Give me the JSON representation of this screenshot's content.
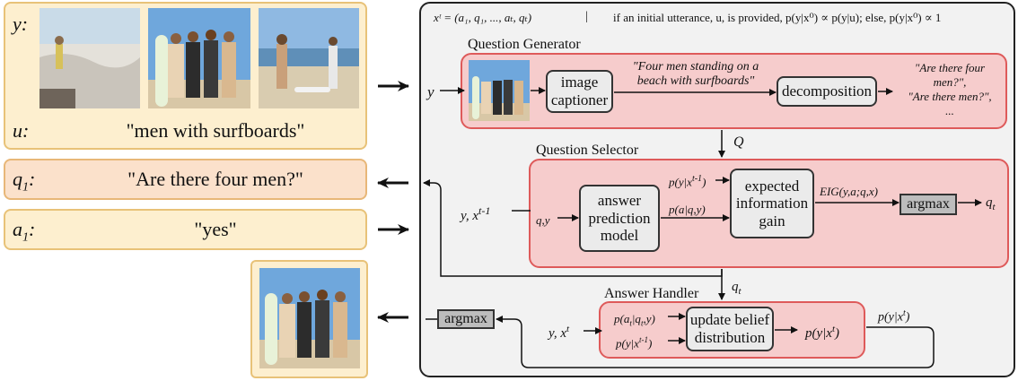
{
  "inputs": {
    "y_label": "y:",
    "u_label": "u:",
    "u_value": "\"men with surfboards\"",
    "q1_label": "q",
    "q1_sub": "1",
    "q1_colon": ":",
    "q1_value": "\"Are there four men?\"",
    "a1_label": "a",
    "a1_sub": "1",
    "a1_colon": ":",
    "a1_value": "\"yes\""
  },
  "images": [
    {
      "name": "photo-water-person",
      "sky": "#c9dbe8",
      "ground": "#e4e1da"
    },
    {
      "name": "photo-four-men-surfboards",
      "sky": "#6fa7dc",
      "ground": "#d8c7a6"
    },
    {
      "name": "photo-beach-men-standing",
      "sky": "#8fb9e2",
      "ground": "#d9ccb0"
    }
  ],
  "header": {
    "formula": "xᵗ = (a₁, q₁, ..., aₜ, qₜ)",
    "separator": "|",
    "condition": "if an initial utterance, u, is provided, p(y|x⁰) ∝ p(y|u); else, p(y|x⁰) ∝ 1"
  },
  "question_generator": {
    "title": "Question Generator",
    "input_y": "y",
    "captioner": "image captioner",
    "caption": "\"Four men standing on a beach with surfboards\"",
    "decomposition": "decomposition",
    "q_line1": "\"Are there four",
    "q_line2": "men?\",",
    "q_line3": "\"Are there men?\",",
    "q_line4": "..."
  },
  "q_label": "Q",
  "question_selector": {
    "title": "Question Selector",
    "state": "y, x",
    "state_sup": "t-1",
    "qy": "q,y",
    "model": "answer prediction model",
    "p_prior": "p(y|x",
    "p_prior_sup": "t-1",
    "p_prior_end": ")",
    "p_answer": "p(a|q,y)",
    "eig": "expected information gain",
    "eig_label": "EIG(y,a;q,x)",
    "argmax": "argmax",
    "qt": "q",
    "qt_sub": "t"
  },
  "qt_label": "q",
  "qt_label_sub": "t",
  "answer_handler": {
    "title": "Answer Handler",
    "state": "y, x",
    "state_sup": "t",
    "p_a": "p(a",
    "p_a_sub": "t",
    "p_a_mid": "|q",
    "p_a_sub2": "t",
    "p_a_end": ",y)",
    "p_y": "p(y|x",
    "p_y_sup": "t-1",
    "p_y_end": ")",
    "update": "update belief distribution",
    "posterior": "p(y|x",
    "posterior_sup": "t",
    "posterior_end": ")",
    "loop_label": "p(y|x",
    "loop_sup": "t",
    "loop_end": ")",
    "argmax": "argmax"
  },
  "colors": {
    "input_fill": "#fdefcf",
    "input_border": "#e8c278",
    "question_fill": "#fbe1cb",
    "module_fill": "#f6cccc",
    "module_border": "#de5a5a",
    "panel_fill": "#f2f2f2"
  }
}
